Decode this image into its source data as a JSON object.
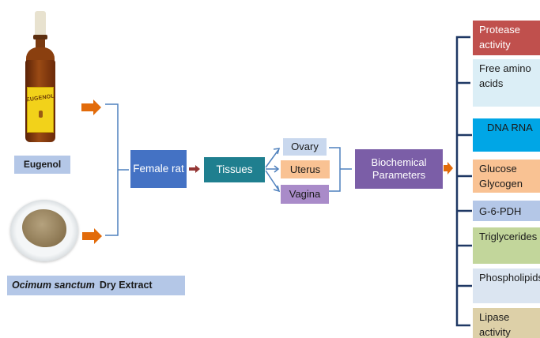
{
  "inputs": {
    "eugenol_bottle_text": "EUGENOL",
    "eugenol_label": "Eugenol",
    "ocimum_label_italic": "Ocimum sanctum",
    "ocimum_label_rest": "Dry Extract"
  },
  "flow": {
    "female_rat": "Female rat",
    "tissues": "Tissues",
    "tissue_items": [
      "Ovary",
      "Uterus",
      "Vagina"
    ],
    "biochemical": "Biochemical Parameters"
  },
  "parameters": [
    "Protease activity",
    "Free amino acids",
    "DNA RNA",
    "Glucose Glycogen",
    "G-6-PDH",
    "Triglycerides",
    "Phospholipids",
    "Lipase activity"
  ],
  "colors": {
    "arrow_orange": "#e26b0a",
    "arrow_maroon": "#943634",
    "connector_blue": "#4f81bd",
    "bracket_dark": "#1f3864"
  }
}
